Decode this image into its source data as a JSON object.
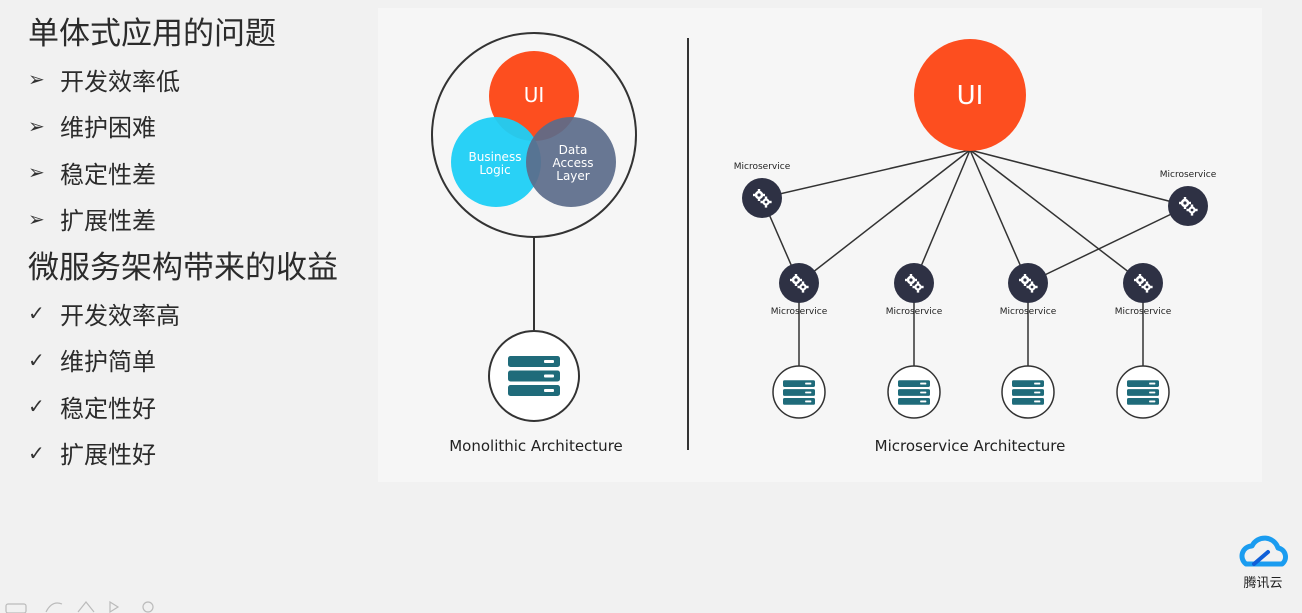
{
  "slide": {
    "problems_title": "单体式应用的问题",
    "problems": [
      "开发效率低",
      "维护困难",
      "稳定性差",
      "扩展性差"
    ],
    "benefits_title": "微服务架构带来的收益",
    "benefits": [
      "开发效率高",
      "维护简单",
      "稳定性好",
      "扩展性好"
    ],
    "problem_bullet": "➢",
    "benefit_bullet": "✓"
  },
  "diagram": {
    "mono": {
      "ui_label": "UI",
      "business_line1": "Business",
      "business_line2": "Logic",
      "data_line1": "Data",
      "data_line2": "Access",
      "data_line3": "Layer",
      "caption": "Monolithic Architecture"
    },
    "micro": {
      "ui_label": "UI",
      "service_label": "Microservice",
      "caption": "Microservice Architecture"
    }
  },
  "logo": {
    "text": "腾讯云"
  },
  "colors": {
    "ui_orange": "#fd4e1f",
    "business_cyan": "#1ecff5",
    "data_slate": "#5b6b8a",
    "service_dark": "#2e3144",
    "server_teal": "#1f6b7a"
  }
}
